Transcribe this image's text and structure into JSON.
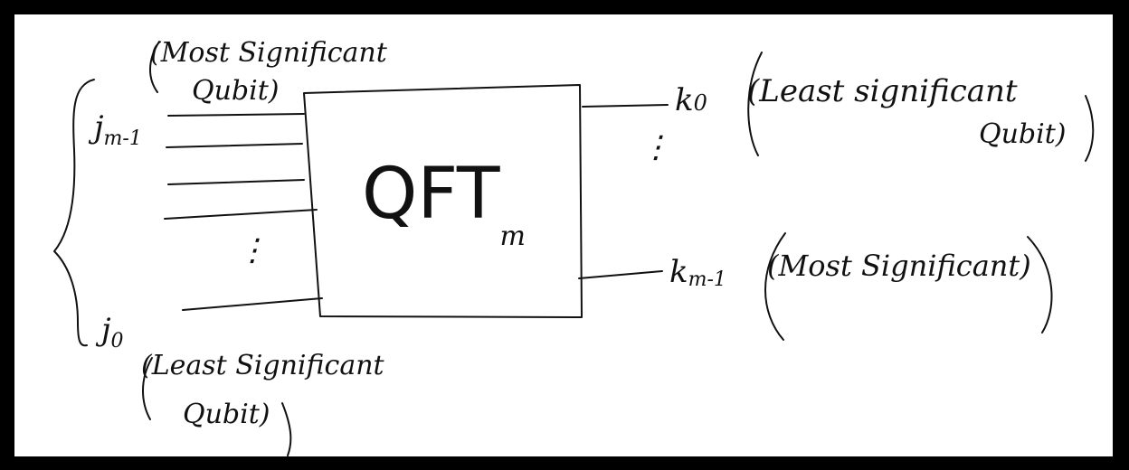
{
  "diagram": {
    "box_label": "QFT",
    "box_label_subscript": "m",
    "inputs": {
      "top_label": "j",
      "top_subscript": "m-1",
      "bottom_label": "j",
      "bottom_subscript": "0",
      "top_annotation_line1": "(Most Significant",
      "top_annotation_line2": "Qubit)",
      "bottom_annotation_line1": "(Least Significant",
      "bottom_annotation_line2": "Qubit)"
    },
    "outputs": {
      "top_label": "k",
      "top_subscript": "0",
      "bottom_label": "k",
      "bottom_subscript": "m-1",
      "top_annotation_line1": "(Least significant",
      "top_annotation_line2": "Qubit)",
      "bottom_annotation": "(Most Significant)"
    },
    "ellipsis": "⋮"
  }
}
